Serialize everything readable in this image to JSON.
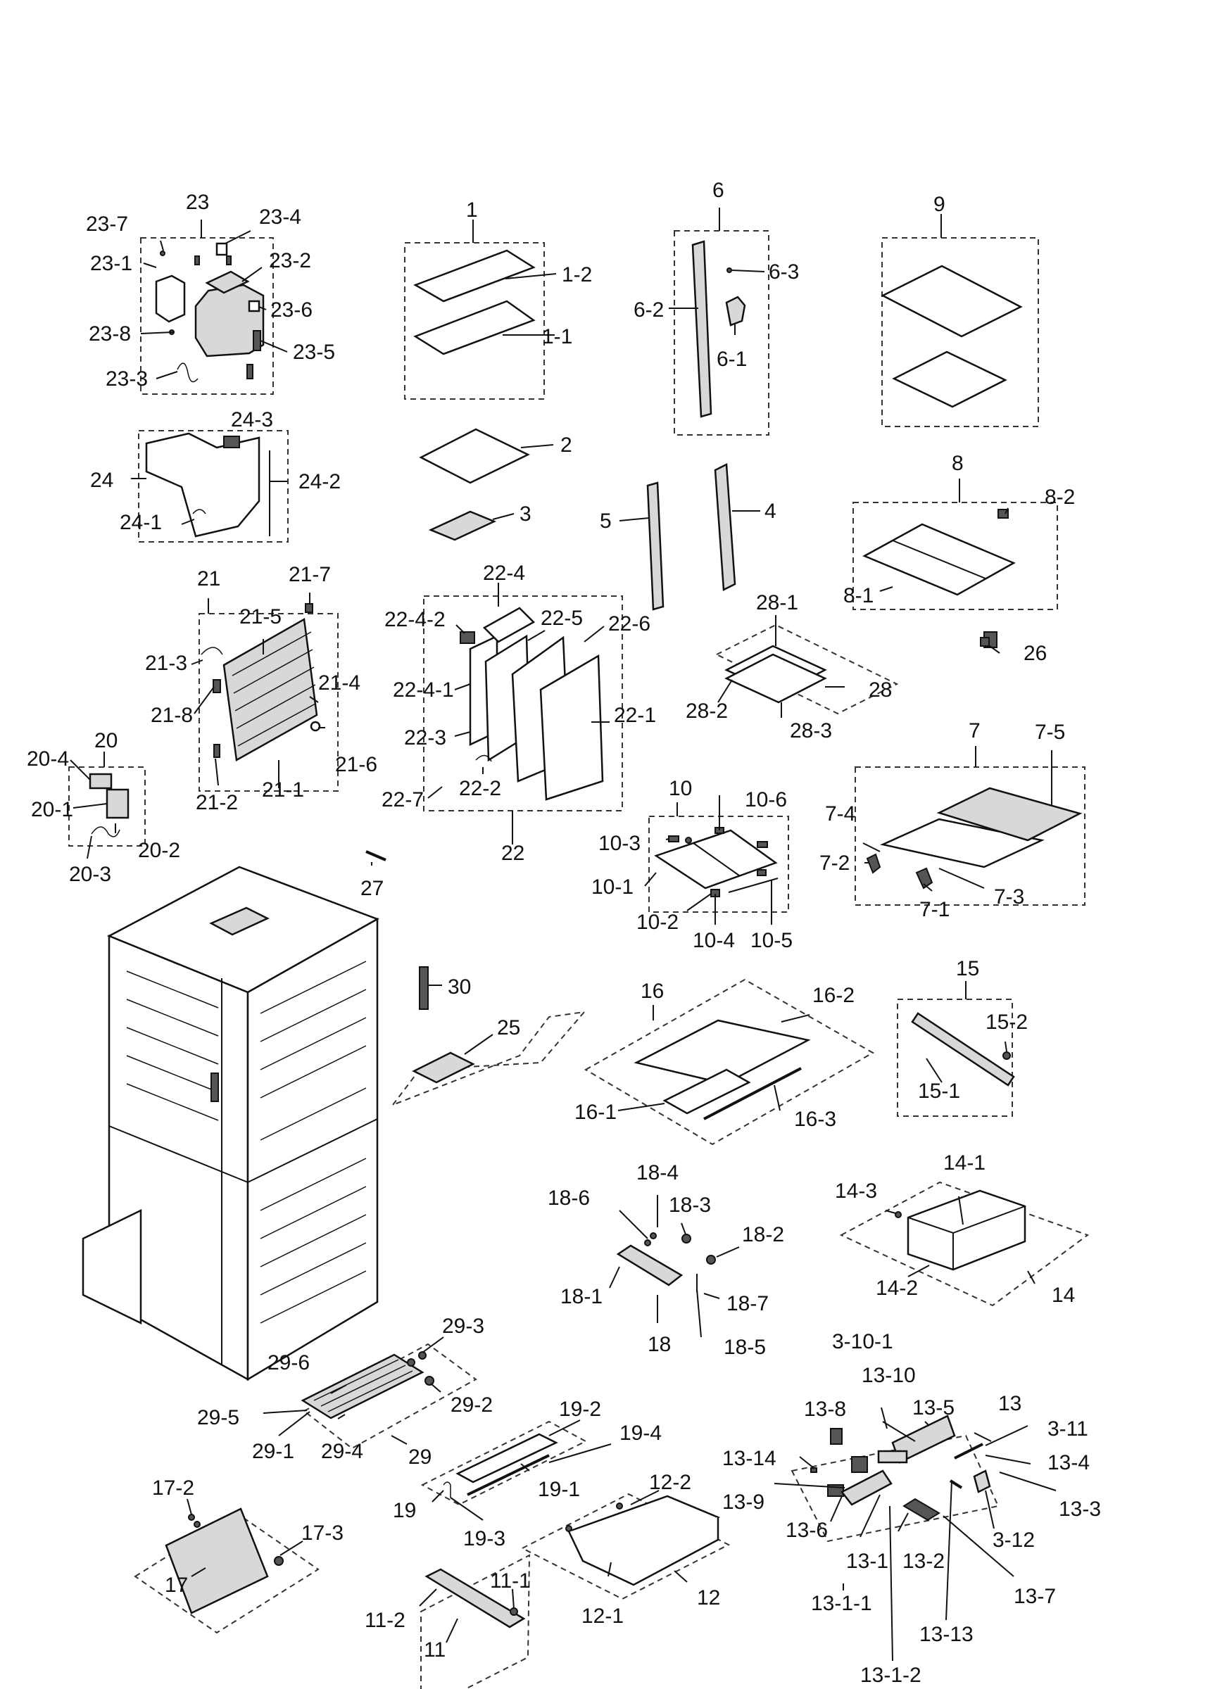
{
  "diagram": {
    "type": "exploded-parts-diagram",
    "groups": [
      {
        "id": "23",
        "parts": [
          "23-1",
          "23-2",
          "23-3",
          "23-4",
          "23-5",
          "23-6",
          "23-7",
          "23-8"
        ]
      },
      {
        "id": "1",
        "parts": [
          "1-1",
          "1-2"
        ]
      },
      {
        "id": "6",
        "parts": [
          "6-1",
          "6-2",
          "6-3"
        ]
      },
      {
        "id": "9",
        "parts": []
      },
      {
        "id": "24",
        "parts": [
          "24-1",
          "24-2",
          "24-3"
        ]
      },
      {
        "id": "8",
        "parts": [
          "8-1",
          "8-2"
        ]
      },
      {
        "id": "21",
        "parts": [
          "21-1",
          "21-2",
          "21-3",
          "21-4",
          "21-5",
          "21-6",
          "21-7",
          "21-8"
        ]
      },
      {
        "id": "22",
        "parts": [
          "22-1",
          "22-2",
          "22-3",
          "22-4",
          "22-4-1",
          "22-4-2",
          "22-5",
          "22-6",
          "22-7"
        ]
      },
      {
        "id": "28",
        "parts": [
          "28-1",
          "28-2",
          "28-3"
        ]
      },
      {
        "id": "20",
        "parts": [
          "20-1",
          "20-2",
          "20-3",
          "20-4"
        ]
      },
      {
        "id": "10",
        "parts": [
          "10-1",
          "10-2",
          "10-3",
          "10-4",
          "10-5",
          "10-6"
        ]
      },
      {
        "id": "7",
        "parts": [
          "7-1",
          "7-2",
          "7-3",
          "7-4",
          "7-5"
        ]
      },
      {
        "id": "16",
        "parts": [
          "16-1",
          "16-2",
          "16-3"
        ]
      },
      {
        "id": "15",
        "parts": [
          "15-1",
          "15-2"
        ]
      },
      {
        "id": "18",
        "parts": [
          "18-1",
          "18-2",
          "18-3",
          "18-4",
          "18-5",
          "18-6",
          "18-7"
        ]
      },
      {
        "id": "14",
        "parts": [
          "14-1",
          "14-2",
          "14-3"
        ]
      },
      {
        "id": "29",
        "parts": [
          "29-1",
          "29-2",
          "29-3",
          "29-4",
          "29-5",
          "29-6"
        ]
      },
      {
        "id": "19",
        "parts": [
          "19-1",
          "19-2",
          "19-3",
          "19-4"
        ]
      },
      {
        "id": "13",
        "parts": [
          "13-1",
          "13-1-1",
          "13-1-2",
          "13-2",
          "13-3",
          "13-4",
          "13-5",
          "13-6",
          "13-7",
          "13-8",
          "13-9",
          "13-10",
          "13-13",
          "13-14",
          "3-10-1",
          "3-11",
          "3-12"
        ]
      },
      {
        "id": "17",
        "parts": [
          "17-2",
          "17-3"
        ]
      },
      {
        "id": "12",
        "parts": [
          "12-1",
          "12-2"
        ]
      },
      {
        "id": "11",
        "parts": [
          "11-1",
          "11-2"
        ]
      }
    ],
    "standalone_parts": [
      "2",
      "3",
      "4",
      "5",
      "25",
      "26",
      "27",
      "30"
    ],
    "labels": {
      "L23": "23",
      "L23_7": "23-7",
      "L23_4": "23-4",
      "L23_2": "23-2",
      "L23_1": "23-1",
      "L23_6": "23-6",
      "L23_8": "23-8",
      "L23_5": "23-5",
      "L23_3": "23-3",
      "L1": "1",
      "L1_2": "1-2",
      "L1_1": "1-1",
      "L2": "2",
      "L3": "3",
      "L6": "6",
      "L6_3": "6-3",
      "L6_2": "6-2",
      "L6_1": "6-1",
      "L5": "5",
      "L4": "4",
      "L9": "9",
      "L24_3": "24-3",
      "L24": "24",
      "L24_2": "24-2",
      "L24_1": "24-1",
      "L8": "8",
      "L8_2": "8-2",
      "L8_1": "8-1",
      "L21": "21",
      "L21_7": "21-7",
      "L21_5": "21-5",
      "L21_3": "21-3",
      "L21_4": "21-4",
      "L21_8": "21-8",
      "L21_6": "21-6",
      "L21_2": "21-2",
      "L21_1": "21-1",
      "L22_4": "22-4",
      "L22_4_2": "22-4-2",
      "L22_5": "22-5",
      "L22_6": "22-6",
      "L22_4_1": "22-4-1",
      "L22_1": "22-1",
      "L22_3": "22-3",
      "L22_7": "22-7",
      "L22_2": "22-2",
      "L22": "22",
      "L28_1": "28-1",
      "L28": "28",
      "L28_2": "28-2",
      "L28_3": "28-3",
      "L26": "26",
      "L20": "20",
      "L20_4": "20-4",
      "L20_1": "20-1",
      "L20_2": "20-2",
      "L20_3": "20-3",
      "L10": "10",
      "L10_6": "10-6",
      "L10_3": "10-3",
      "L10_1": "10-1",
      "L10_2": "10-2",
      "L10_4": "10-4",
      "L10_5": "10-5",
      "L7": "7",
      "L7_5": "7-5",
      "L7_4": "7-4",
      "L7_2": "7-2",
      "L7_3": "7-3",
      "L7_1": "7-1",
      "L27": "27",
      "L30": "30",
      "L25": "25",
      "L16": "16",
      "L16_2": "16-2",
      "L16_1": "16-1",
      "L16_3": "16-3",
      "L15": "15",
      "L15_2": "15-2",
      "L15_1": "15-1",
      "L18_4": "18-4",
      "L18_6": "18-6",
      "L18_3": "18-3",
      "L18_2": "18-2",
      "L18_1": "18-1",
      "L18_7": "18-7",
      "L18": "18",
      "L18_5": "18-5",
      "L14_1": "14-1",
      "L14_3": "14-3",
      "L14_2": "14-2",
      "L14": "14",
      "L29_3": "29-3",
      "L29_6": "29-6",
      "L29_5": "29-5",
      "L29_2": "29-2",
      "L29_1": "29-1",
      "L29_4": "29-4",
      "L29": "29",
      "L19_2": "19-2",
      "L19_4": "19-4",
      "L19": "19",
      "L19_1": "19-1",
      "L19_3": "19-3",
      "L3_10_1": "3-10-1",
      "L13_10": "13-10",
      "L13": "13",
      "L13_8": "13-8",
      "L13_5": "13-5",
      "L3_11": "3-11",
      "L13_14": "13-14",
      "L13_4": "13-4",
      "L13_9": "13-9",
      "L13_3": "13-3",
      "L13_6": "13-6",
      "L3_12": "3-12",
      "L13_1": "13-1",
      "L13_2": "13-2",
      "L13_7": "13-7",
      "L13_1_1": "13-1-1",
      "L13_13": "13-13",
      "L13_1_2": "13-1-2",
      "L17_2": "17-2",
      "L17_3": "17-3",
      "L17": "17",
      "L12_2": "12-2",
      "L12_1": "12-1",
      "L12": "12",
      "L11_1": "11-1",
      "L11_2": "11-2",
      "L11": "11"
    }
  }
}
